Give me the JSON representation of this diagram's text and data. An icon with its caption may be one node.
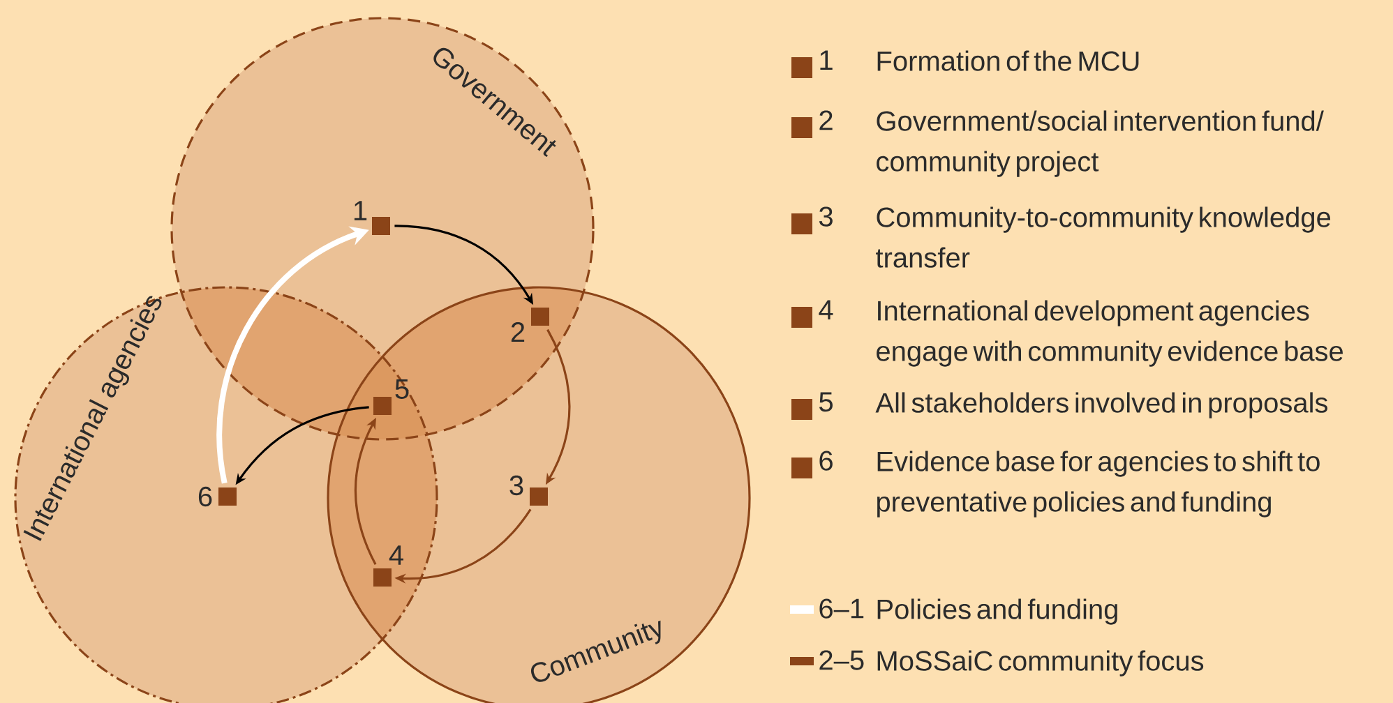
{
  "diagram": {
    "nodes": [
      {
        "text": [
          "Government"
        ]
      },
      {
        "text": [
          "International agencies"
        ]
      },
      {
        "text": [
          "Community"
        ]
      },
      {
        "text": [],
        "shape": "box",
        "beside": [
          "1"
        ],
        "in": 0
      },
      {
        "text": [],
        "shape": "box",
        "beside": [
          "2"
        ]
      },
      {
        "text": [],
        "shape": "box",
        "beside": [
          "3"
        ],
        "in": 2
      },
      {
        "text": [],
        "shape": "box",
        "beside": [
          "4"
        ]
      },
      {
        "text": [],
        "shape": "box",
        "beside": [
          "5"
        ]
      },
      {
        "text": [],
        "shape": "box",
        "beside": [
          "6"
        ],
        "in": 1
      }
    ],
    "edges": [
      {
        "from": 3,
        "to": 4,
        "arrow": "to",
        "color": "#000000"
      },
      {
        "from": 4,
        "to": 5,
        "arrow": "to"
      },
      {
        "from": 5,
        "to": 6,
        "arrow": "to"
      },
      {
        "from": 6,
        "to": 7,
        "arrow": "to"
      },
      {
        "from": 7,
        "to": 8,
        "arrow": "to",
        "color": "#000000"
      },
      {
        "from": 8,
        "to": 3,
        "arrow": "to",
        "style": "thick",
        "color": "#ffffff"
      }
    ],
    "labels": [
      "1",
      "2",
      "3",
      "4",
      "5",
      "6",
      "6–1",
      "2–5"
    ],
    "legend": [
      {
        "text": "Formation of the MCU",
        "color": "#8b4418"
      },
      {
        "text": "Government/social intervention fund/ community project",
        "color": "#8b4418"
      },
      {
        "text": "Community-to-community knowledge transfer",
        "color": "#8b4418"
      },
      {
        "text": "International development agencies engage with community evidence base",
        "color": "#8b4418"
      },
      {
        "text": "All stakeholders involved in proposals",
        "color": "#8b4418"
      },
      {
        "text": "Evidence base for agencies to shift to preventative policies and funding",
        "color": "#8b4418"
      },
      {
        "text": "Policies and funding",
        "color": "#ffffff"
      },
      {
        "text": "MoSSaiC community focus",
        "color": "#8b4418"
      }
    ]
  }
}
